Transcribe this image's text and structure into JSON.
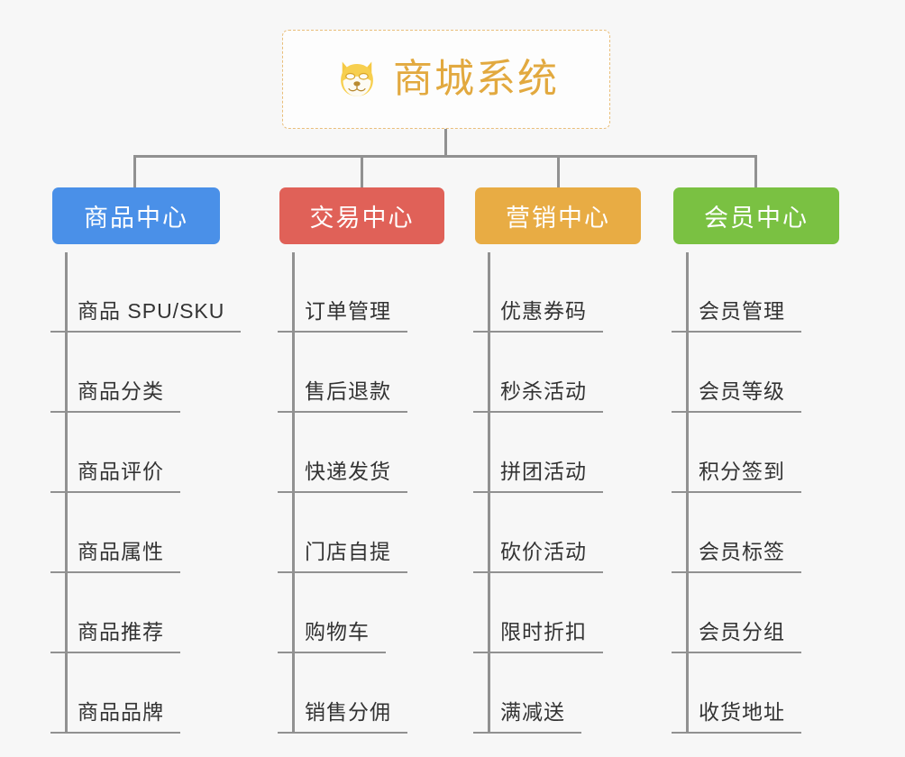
{
  "background_color": "#f7f7f7",
  "connector_color": "#919191",
  "root": {
    "title": "商城系统",
    "icon": "shiba-dog-face-icon",
    "text_color": "#e2a93f",
    "border_color": "#e9be7a"
  },
  "columns": [
    {
      "category": "商品中心",
      "color": "#4a90e8",
      "items": [
        "商品 SPU/SKU",
        "商品分类",
        "商品评价",
        "商品属性",
        "商品推荐",
        "商品品牌"
      ]
    },
    {
      "category": "交易中心",
      "color": "#e06158",
      "items": [
        "订单管理",
        "售后退款",
        "快递发货",
        "门店自提",
        "购物车",
        "销售分佣"
      ]
    },
    {
      "category": "营销中心",
      "color": "#e8ac44",
      "items": [
        "优惠券码",
        "秒杀活动",
        "拼团活动",
        "砍价活动",
        "限时折扣",
        "满减送"
      ]
    },
    {
      "category": "会员中心",
      "color": "#7ac142",
      "items": [
        "会员管理",
        "会员等级",
        "积分签到",
        "会员标签",
        "会员分组",
        "收货地址"
      ]
    }
  ]
}
